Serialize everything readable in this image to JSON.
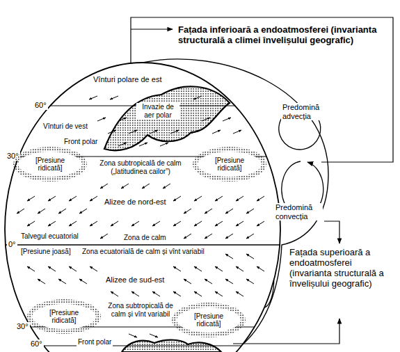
{
  "diagram": {
    "nodes": [
      {
        "text": [
          "[Presiune ridicată]"
        ]
      },
      {
        "text": [
          "[Presiune ridicată]"
        ]
      },
      {
        "text": [
          "[Presiune ridicată]"
        ]
      },
      {
        "text": [
          "[Presiune ridicată]"
        ]
      }
    ],
    "labels": [
      "Fațada inferioară a endoatmosferei (invarianta structurală a climei învelișului geografic)",
      "Vînturi polare de est",
      "60°",
      "Predomină advecția",
      "Invazie de aer polar",
      "Vînturi de vest",
      "Front polar",
      "30°",
      "Zona subtropicală de calm („latitudinea cailor”)",
      "Alizee de nord-est",
      "Predomină convecția",
      "Talvegul ecuatorial",
      "Zona de calm",
      "0°",
      "[Presiune joasă]",
      "Zona ecuatorială de calm și vînt variabil",
      "Fațada superioară a endoatmosferei (invarianta structurală a învelișului geografic)",
      "Alizee de sud-est",
      "Zona subtropicală de calm și vînt variabil",
      "30°",
      "Front polar",
      "60°"
    ]
  }
}
